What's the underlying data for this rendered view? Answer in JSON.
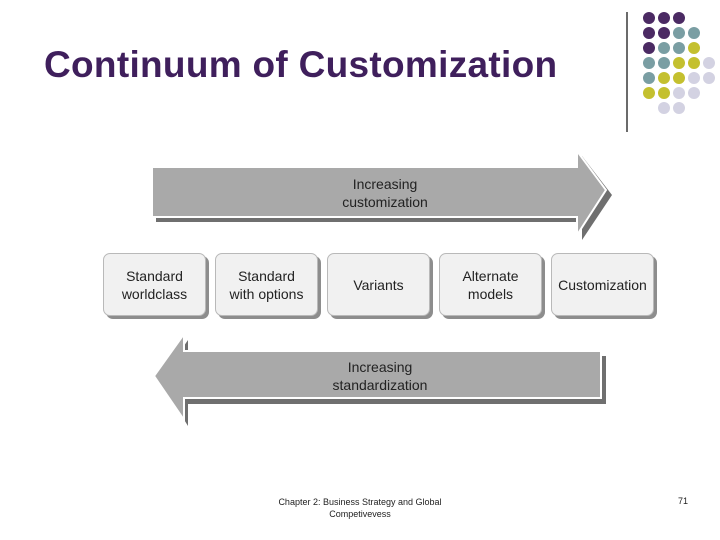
{
  "slide": {
    "title": "Continuum of Customization",
    "footer": "Chapter 2: Business Strategy and Global Competivevess",
    "page_number": "71"
  },
  "colors": {
    "title": "#3f1f5c",
    "dot_purple": "#4b2a63",
    "dot_teal": "#7a9ea3",
    "dot_olive": "#c4c02f",
    "dot_lavender": "#d3d2e2",
    "arrow_fill": "#a9a9a9",
    "box_fill": "#f1f1f1"
  },
  "diagram": {
    "top_arrow_label": "Increasing\ncustomization",
    "bottom_arrow_label": "Increasing\nstandardization",
    "boxes": [
      {
        "label": "Standard\nworldclass"
      },
      {
        "label": "Standard\nwith options"
      },
      {
        "label": "Variants"
      },
      {
        "label": "Alternate\nmodels"
      },
      {
        "label": "Customization"
      }
    ]
  }
}
